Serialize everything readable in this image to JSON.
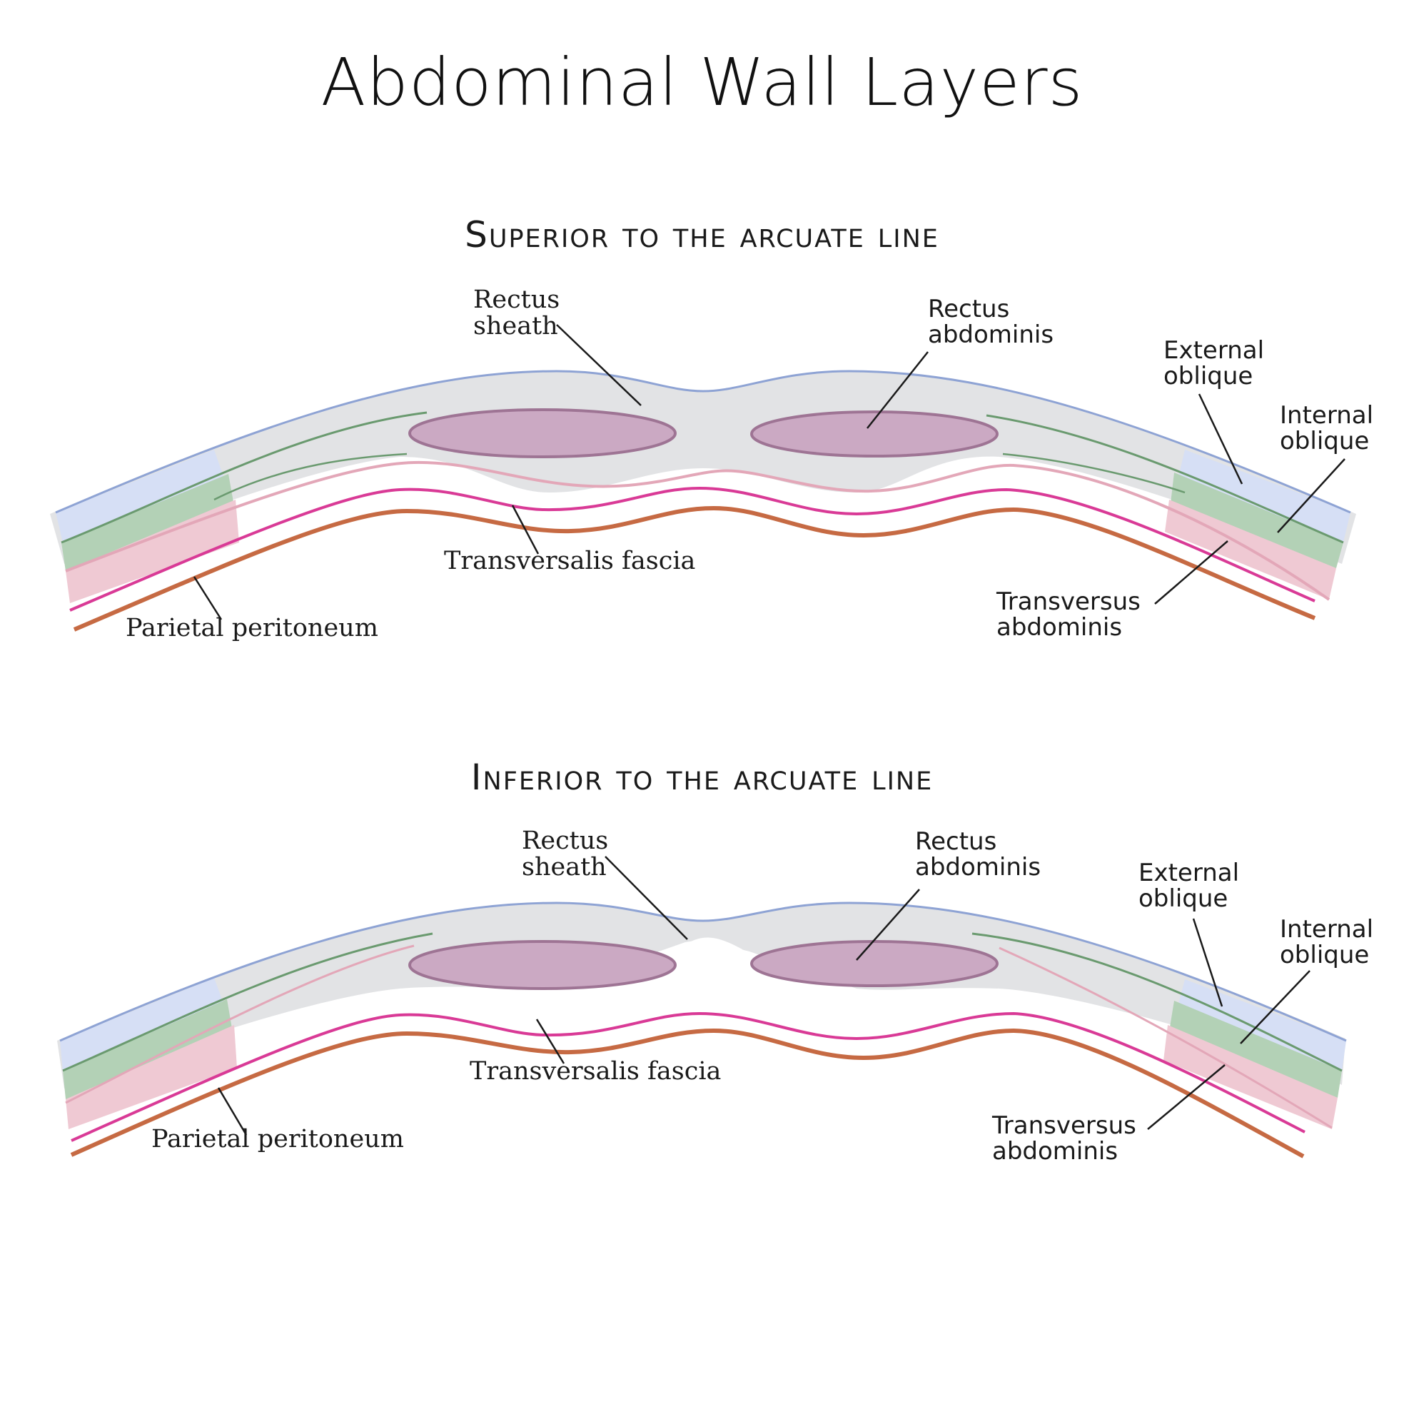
{
  "title": "Abdominal Wall Layers",
  "colors": {
    "external_oblique": "#d6dff5",
    "internal_oblique": "#b3d1b6",
    "transversus": "#efc9d3",
    "sheath": "#e2e3e5",
    "rectus": "#cba9c3",
    "transversalis": "#d93a96",
    "peritoneum": "#c66a43"
  },
  "panels": [
    {
      "heading": "Superior to the arcuate line",
      "labels": {
        "rectus_sheath": [
          "Rectus",
          "sheath"
        ],
        "rectus_abdominis": [
          "Rectus",
          "abdominis"
        ],
        "external_oblique": [
          "External",
          "oblique"
        ],
        "internal_oblique": [
          "Internal",
          "oblique"
        ],
        "transversalis_fascia": "Transversalis fascia",
        "parietal_peritoneum": "Parietal peritoneum",
        "transversus_abdominis": [
          "Transversus",
          "abdominis"
        ]
      }
    },
    {
      "heading": "Inferior to the arcuate line",
      "labels": {
        "rectus_sheath": [
          "Rectus",
          "sheath"
        ],
        "rectus_abdominis": [
          "Rectus",
          "abdominis"
        ],
        "external_oblique": [
          "External",
          "oblique"
        ],
        "internal_oblique": [
          "Internal",
          "oblique"
        ],
        "transversalis_fascia": "Transversalis fascia",
        "parietal_peritoneum": "Parietal peritoneum",
        "transversus_abdominis": [
          "Transversus",
          "abdominis"
        ]
      }
    }
  ]
}
